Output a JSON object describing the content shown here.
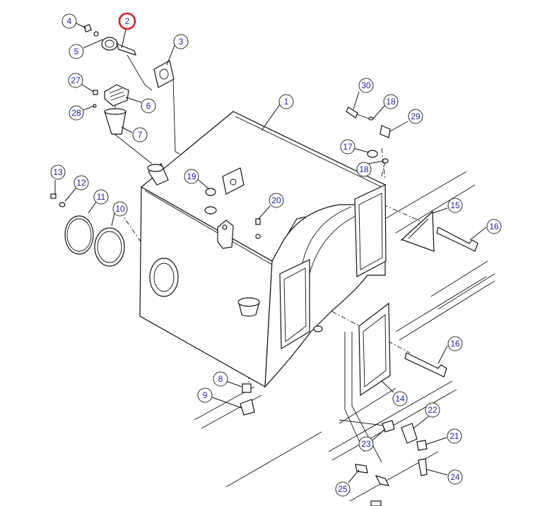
{
  "diagram": {
    "highlight_color": "#d0202a",
    "label_color": "#1f1fa8",
    "line_color": "#111111",
    "highlighted_callout": "2",
    "callouts": [
      {
        "label": "1"
      },
      {
        "label": "2"
      },
      {
        "label": "3"
      },
      {
        "label": "4"
      },
      {
        "label": "5"
      },
      {
        "label": "6"
      },
      {
        "label": "7"
      },
      {
        "label": "8"
      },
      {
        "label": "9"
      },
      {
        "label": "10"
      },
      {
        "label": "11"
      },
      {
        "label": "12"
      },
      {
        "label": "13"
      },
      {
        "label": "14"
      },
      {
        "label": "15"
      },
      {
        "label": "16"
      },
      {
        "label": "16"
      },
      {
        "label": "17"
      },
      {
        "label": "18"
      },
      {
        "label": "18"
      },
      {
        "label": "19"
      },
      {
        "label": "20"
      },
      {
        "label": "21"
      },
      {
        "label": "22"
      },
      {
        "label": "23"
      },
      {
        "label": "24"
      },
      {
        "label": "25"
      },
      {
        "label": "27"
      },
      {
        "label": "28"
      },
      {
        "label": "29"
      },
      {
        "label": "30"
      }
    ]
  }
}
